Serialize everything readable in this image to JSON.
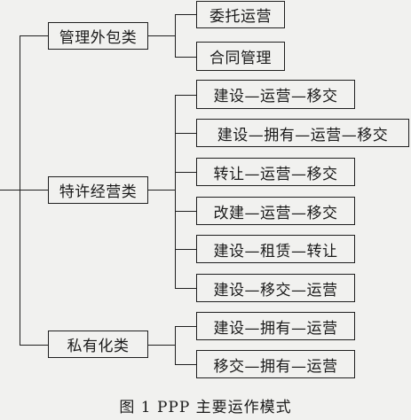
{
  "diagram": {
    "categories": [
      {
        "label": "管理外包类",
        "children": [
          "委托运营",
          "合同管理"
        ]
      },
      {
        "label": "特许经营类",
        "children": [
          "建设—运营—移交",
          "建设—拥有—运营—移交",
          "转让—运营—移交",
          "改建—运营—移交",
          "建设—租赁—转让",
          "建设—移交—运营"
        ]
      },
      {
        "label": "私有化类",
        "children": [
          "建设—拥有—运营",
          "移交—拥有—运营"
        ]
      }
    ]
  },
  "caption": "图 1   PPP 主要运作模式"
}
